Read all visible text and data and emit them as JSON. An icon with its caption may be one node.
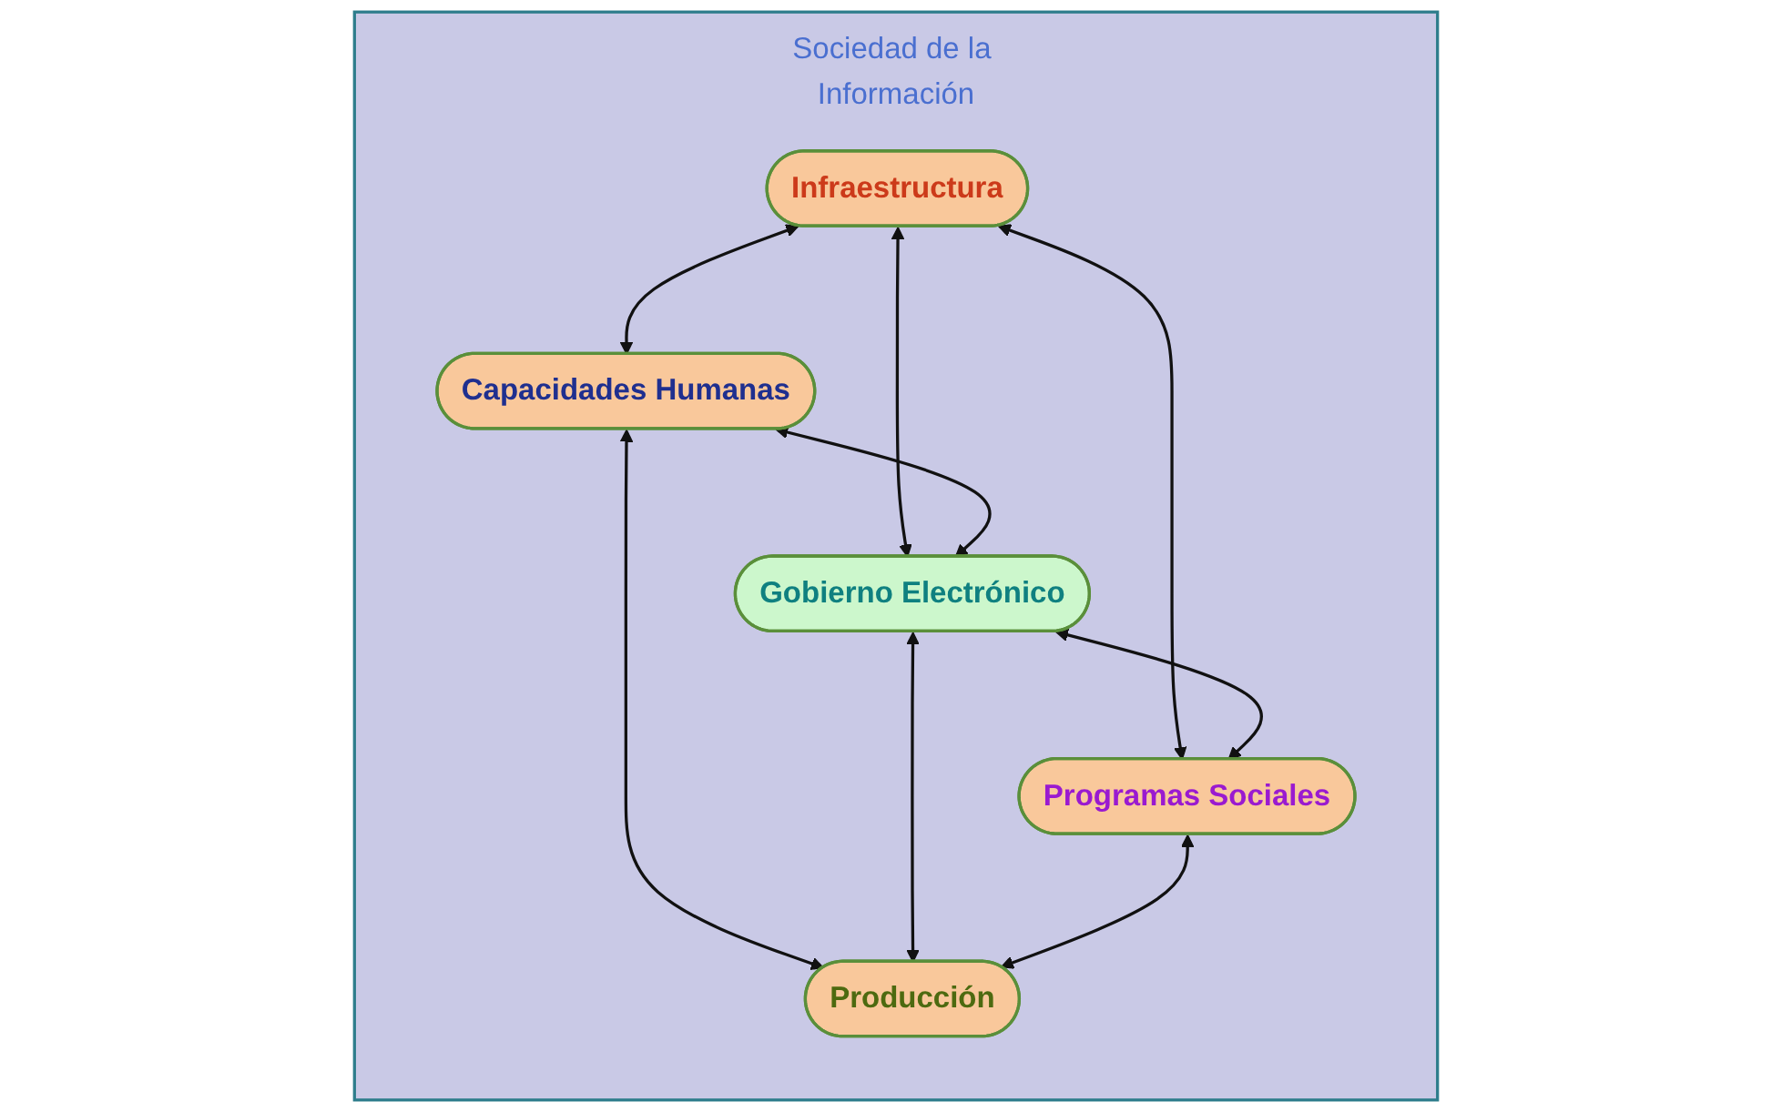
{
  "diagram": {
    "nodes": [
      {
        "text": [
          "Sociedad de la Información"
        ]
      },
      {
        "text": [
          "Infraestructura"
        ],
        "in": 0
      },
      {
        "text": [
          "Capacidades Humanas"
        ],
        "in": 0
      },
      {
        "text": [
          "Gobierno Electrónico"
        ],
        "in": 0
      },
      {
        "text": [
          "Programas Sociales"
        ],
        "in": 0
      },
      {
        "text": [
          "Producción"
        ],
        "in": 0
      }
    ],
    "edges": [
      {
        "from": 1,
        "to": 2,
        "arrow": "both"
      },
      {
        "from": 1,
        "to": 3,
        "arrow": "both"
      },
      {
        "from": 2,
        "to": 3,
        "arrow": "both"
      },
      {
        "from": 1,
        "to": 4,
        "arrow": "both"
      },
      {
        "from": 2,
        "to": 5,
        "arrow": "both"
      },
      {
        "from": 3,
        "to": 4,
        "arrow": "both"
      },
      {
        "from": 3,
        "to": 5,
        "arrow": "both"
      },
      {
        "from": 4,
        "to": 5,
        "arrow": "both"
      }
    ]
  }
}
